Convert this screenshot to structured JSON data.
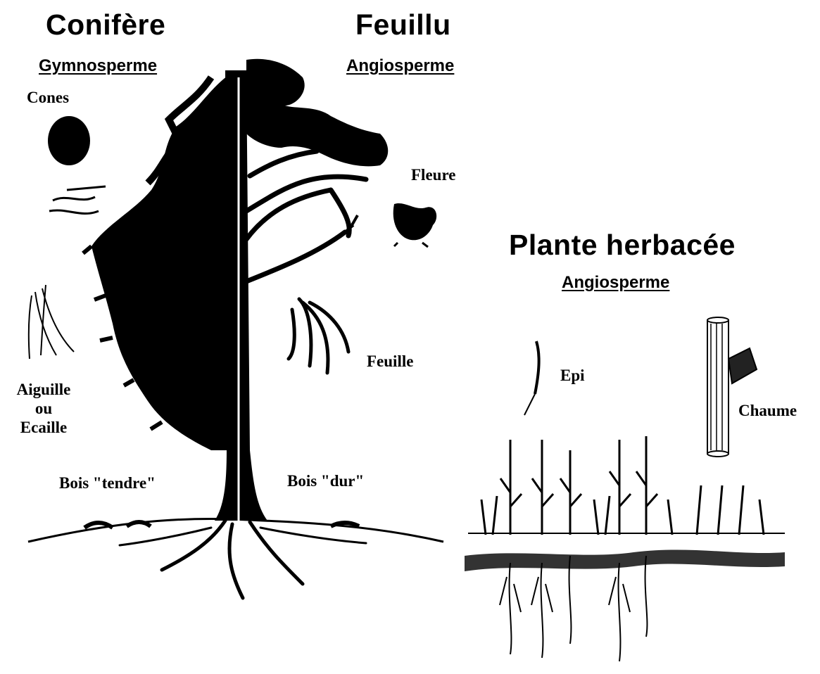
{
  "conifer": {
    "title": "Conifère",
    "subtitle": "Gymnosperme"
  },
  "deciduous": {
    "title": "Feuillu",
    "subtitle": "Angiosperme"
  },
  "herbaceous": {
    "title": "Plante herbacée",
    "subtitle": "Angiosperme"
  },
  "labels": {
    "cones": "Cones",
    "needle_line1": "Aiguille",
    "needle_line2": "ou",
    "needle_line3": "Ecaille",
    "softwood": "Bois \"tendre\"",
    "hardwood": "Bois \"dur\"",
    "flower": "Fleure",
    "leaf": "Feuille",
    "ear": "Epi",
    "culm": "Chaume"
  },
  "colors": {
    "ink": "#000000",
    "paper": "#ffffff"
  }
}
